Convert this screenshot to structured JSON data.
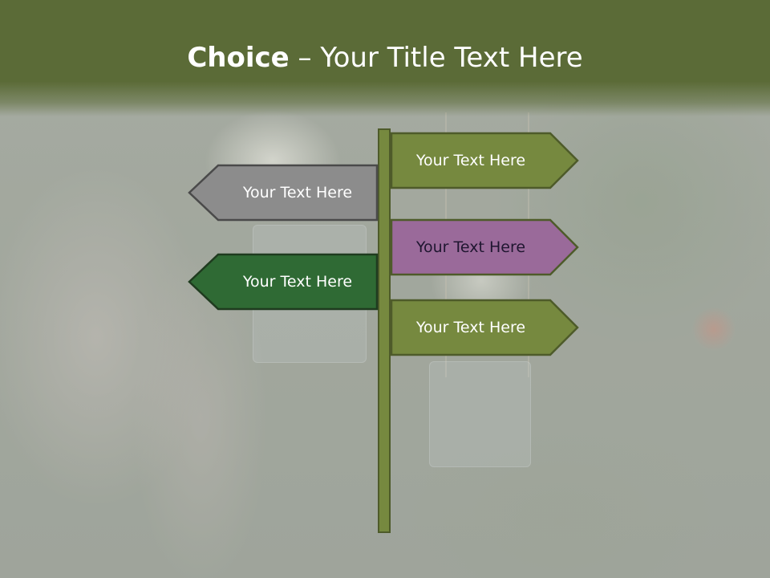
{
  "slide": {
    "title_strong": "Choice",
    "title_rest": " – Your Title Text Here"
  },
  "signs": [
    {
      "text": "Your Text Here",
      "direction": "right",
      "color": "#76893f"
    },
    {
      "text": "Your Text Here",
      "direction": "left",
      "color": "#8c8c8c"
    },
    {
      "text": "Your Text Here",
      "direction": "right",
      "color": "#9a6a9a"
    },
    {
      "text": "Your Text Here",
      "direction": "left",
      "color": "#2f6a34"
    },
    {
      "text": "Your Text Here",
      "direction": "right",
      "color": "#76893f"
    }
  ],
  "colors": {
    "header": "#5b6b37",
    "pole": "#76893f",
    "outline": "#4e5b2a"
  }
}
